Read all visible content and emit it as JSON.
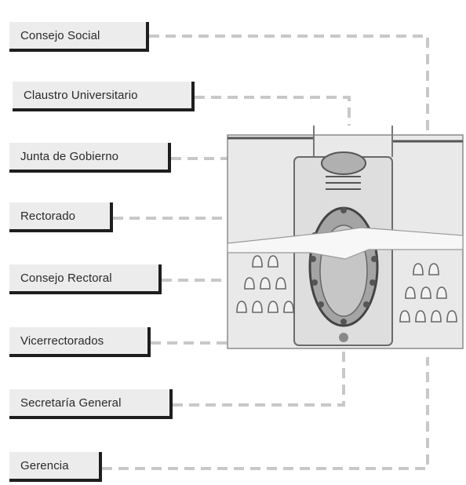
{
  "labels": [
    "Consejo Social",
    "Claustro Universitario",
    "Junta de Gobierno",
    "Rectorado",
    "Consejo Rectoral",
    "Vicerrectorados",
    "Secretaría General",
    "Gerencia"
  ],
  "colors": {
    "box_fill": "#ececec",
    "box_shadow": "#1e1e1e",
    "connector": "#c8c8c8",
    "illustration_fill": "#e6e6e6",
    "illustration_stroke": "#777777"
  },
  "illustration": "lecture-hall-seating-plan"
}
